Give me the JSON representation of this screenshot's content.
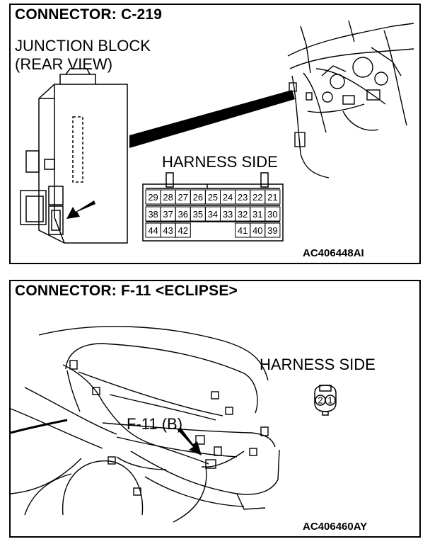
{
  "panel1": {
    "title": "CONNECTOR: C-219",
    "junction_line1": "JUNCTION BLOCK",
    "junction_line2": "(REAR VIEW)",
    "harness_side": "HARNESS SIDE",
    "image_code": "AC406448AI",
    "pins": [
      [
        "29",
        "28",
        "27",
        "26",
        "25",
        "24",
        "23",
        "22",
        "21"
      ],
      [
        "38",
        "37",
        "36",
        "35",
        "34",
        "33",
        "32",
        "31",
        "30"
      ],
      [
        "44",
        "43",
        "42",
        "",
        "",
        "",
        "41",
        "40",
        "39"
      ]
    ]
  },
  "panel2": {
    "title": "CONNECTOR: F-11 <ECLIPSE>",
    "harness_side": "HARNESS SIDE",
    "callout": "F-11 (B)",
    "pins": [
      "2",
      "1"
    ],
    "image_code": "AC406460AY"
  }
}
